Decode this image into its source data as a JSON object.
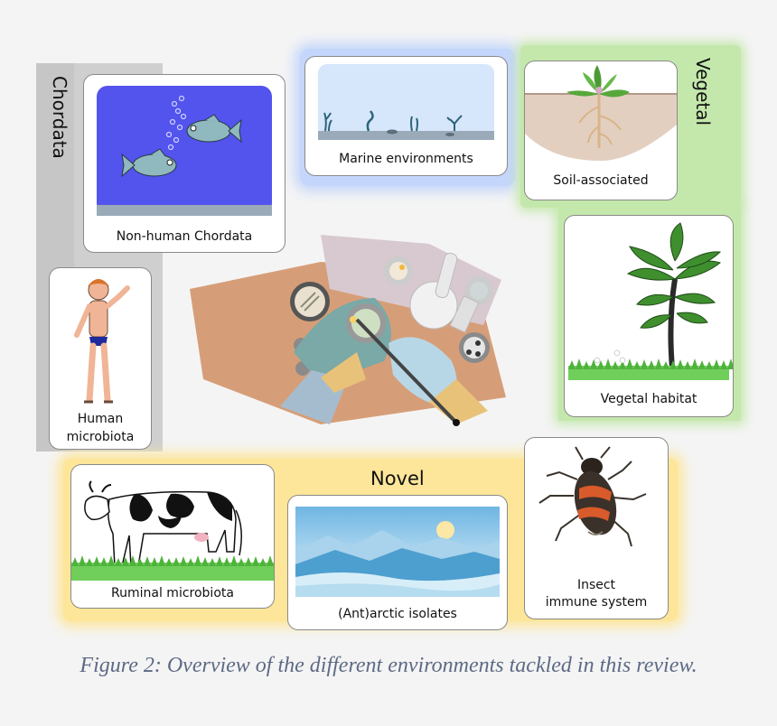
{
  "groups": {
    "chordata": {
      "title": "Chordata",
      "color": "#cccccc"
    },
    "vegetal": {
      "title": "Vegetal",
      "color": "#bfe6a8"
    },
    "novel": {
      "title": "Novel",
      "color": "#ffe38a"
    },
    "marine_glow": {
      "color": "#b9cdf7"
    }
  },
  "panels": {
    "marine": {
      "label": "Marine environments"
    },
    "soil": {
      "label": "Soil-associated"
    },
    "nonhuman": {
      "label": "Non-human Chordata"
    },
    "human": {
      "label_line1": "Human",
      "label_line2": "microbiota"
    },
    "vegetal_habitat": {
      "label": "Vegetal habitat"
    },
    "ruminal": {
      "label": "Ruminal microbiota"
    },
    "antarctic": {
      "label": "(Ant)arctic isolates"
    },
    "insect": {
      "label_line1": "Insect",
      "label_line2": "immune system"
    }
  },
  "caption": "Figure 2: Overview of the different environments tackled in this review."
}
